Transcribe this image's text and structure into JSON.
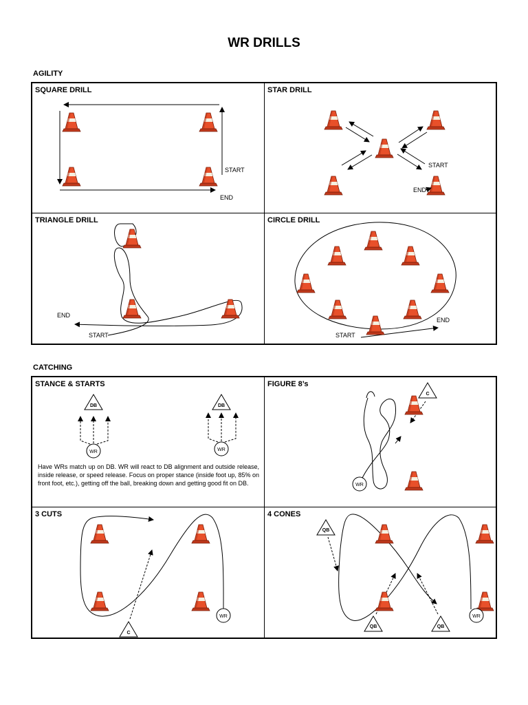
{
  "title": "WR DRILLS",
  "sections": {
    "agility": "AGILITY",
    "catching": "CATCHING"
  },
  "drills": {
    "square": {
      "title": "SQUARE DRILL",
      "start": "START",
      "end": "END"
    },
    "star": {
      "title": "STAR DRILL",
      "start": "START",
      "end": "END"
    },
    "triangle": {
      "title": "TRIANGLE DRILL",
      "start": "START",
      "end": "END"
    },
    "circle": {
      "title": "CIRCLE DRILL",
      "start": "START",
      "end": "END"
    },
    "stance": {
      "title": "STANCE & STARTS",
      "db": "DB",
      "wr": "WR",
      "note": "Have WRs match up on DB.  WR will react to DB alignment and outside release, inside release, or speed release.  Focus on proper stance (inside foot up, 85% on front foot, etc.), getting off the ball, breaking down and getting good fit on DB."
    },
    "figure8": {
      "title": "FIGURE 8’s",
      "c": "C",
      "wr": "WR"
    },
    "cuts3": {
      "title": "3 CUTS",
      "c": "C",
      "wr": "WR"
    },
    "cones4": {
      "title": "4 CONES",
      "qb": "QB",
      "wr": "WR"
    }
  },
  "colors": {
    "cone": "#e8502a",
    "cone_dark": "#b8351a",
    "cone_band": "#f5f0e0",
    "line": "#000000"
  }
}
